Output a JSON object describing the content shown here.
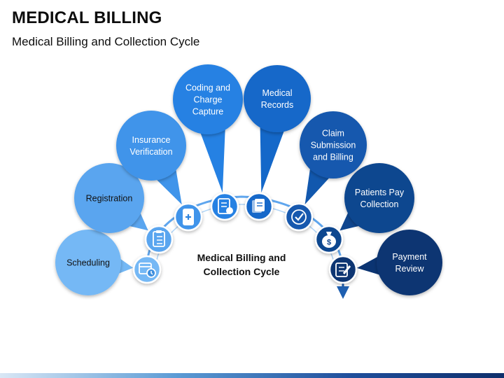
{
  "header": {
    "title": "MEDICAL BILLING",
    "subtitle": "Medical Billing and Collection Cycle"
  },
  "center": {
    "line1": "Medical Billing and",
    "line2": "Collection Cycle"
  },
  "stages": [
    {
      "lines": [
        "Scheduling"
      ],
      "color": "#74b8f5",
      "text_color": "#111111",
      "icon": "calendar-clock-icon"
    },
    {
      "lines": [
        "Registration"
      ],
      "color": "#5aa5ef",
      "text_color": "#111111",
      "icon": "clipboard-checklist-icon"
    },
    {
      "lines": [
        "Insurance",
        "Verification"
      ],
      "color": "#3f94ea",
      "text_color": "#ffffff",
      "icon": "medical-card-icon"
    },
    {
      "lines": [
        "Coding and",
        "Charge",
        "Capture"
      ],
      "color": "#2581e3",
      "text_color": "#ffffff",
      "icon": "document-coding-icon"
    },
    {
      "lines": [
        "Medical",
        "Records"
      ],
      "color": "#1468c9",
      "text_color": "#ffffff",
      "icon": "documents-stack-icon"
    },
    {
      "lines": [
        "Claim",
        "Submission",
        "and Billing"
      ],
      "color": "#1258ae",
      "text_color": "#ffffff",
      "icon": "checkmark-badge-icon"
    },
    {
      "lines": [
        "Patients Pay",
        "Collection"
      ],
      "color": "#0f468f",
      "text_color": "#ffffff",
      "icon": "money-bag-icon"
    },
    {
      "lines": [
        "Payment",
        "Review"
      ],
      "color": "#0b3472",
      "text_color": "#ffffff",
      "icon": "edit-form-icon"
    }
  ]
}
